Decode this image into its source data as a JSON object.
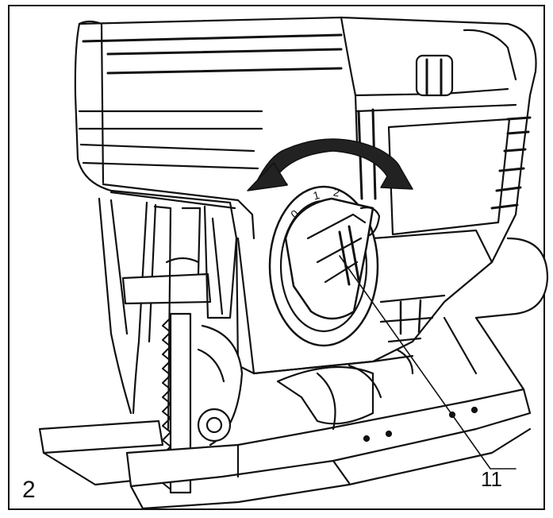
{
  "figure": {
    "number": "2",
    "callout_label": "11",
    "dial_marks": [
      "0",
      "1",
      "2"
    ]
  },
  "colors": {
    "ink": "#111111",
    "body_fill": "#ffffff",
    "shadow_fill": "#dcdcdc",
    "arrow_fill": "#222222"
  }
}
